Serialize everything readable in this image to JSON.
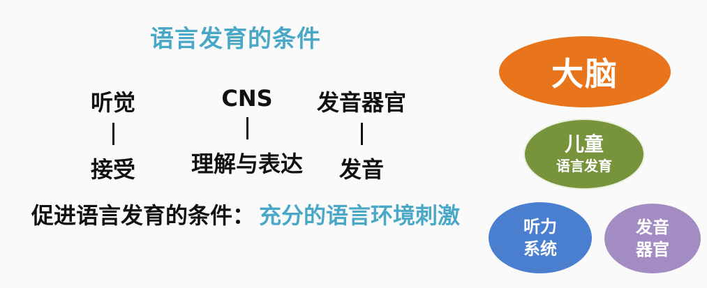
{
  "title": "语言发育的条件",
  "columns": [
    {
      "top": "听觉",
      "bottom": "接受"
    },
    {
      "top": "CNS",
      "bottom": "理解与表达"
    },
    {
      "top": "发音器官",
      "bottom": "发音"
    }
  ],
  "condition": {
    "label": "促进语言发育的条件",
    "colon": "：",
    "value": "充分的语言环境刺激"
  },
  "ellipses": {
    "brain": "大脑",
    "child_line1": "儿童",
    "child_line2": "语言发育",
    "hearing_line1": "听力",
    "hearing_line2": "系统",
    "organ_line1": "发音",
    "organ_line2": "器官"
  },
  "colors": {
    "title": "#4aa8c7",
    "brain": "#e8741b",
    "child": "#77933c",
    "hearing": "#4a7fd0",
    "organ": "#a28cc2"
  }
}
